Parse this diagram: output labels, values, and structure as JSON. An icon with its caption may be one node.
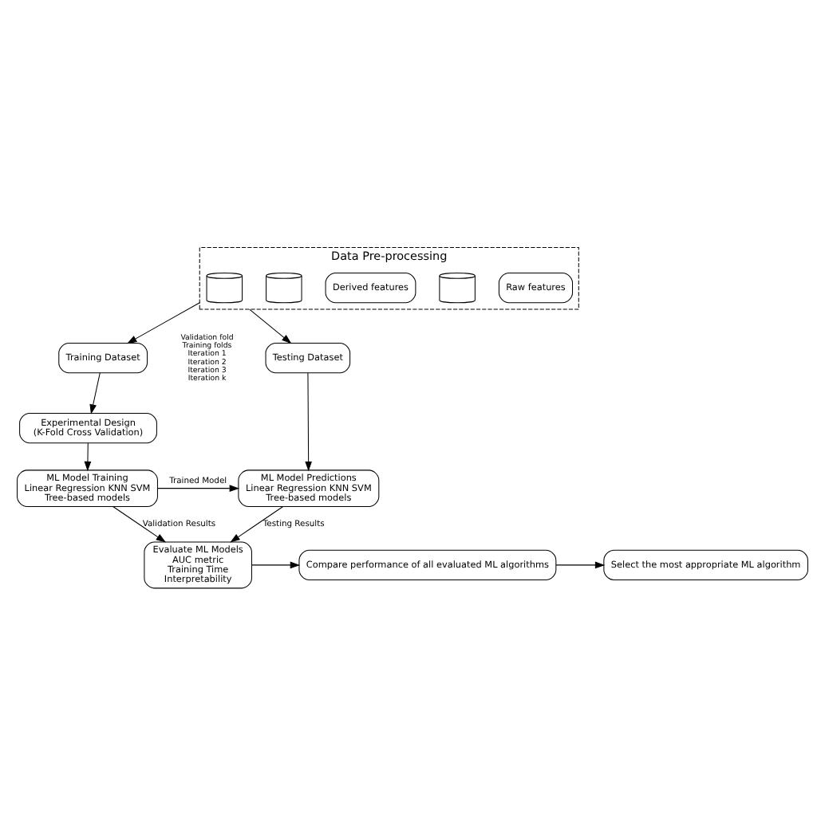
{
  "diagram": {
    "nodes": [
      {
        "text": [
          "Data Pre-processing"
        ]
      },
      {
        "text": [
          "Raw features"
        ],
        "in": 0
      },
      {
        "text": [],
        "shape": "cylinder",
        "in": 0
      },
      {
        "text": [
          "Derived features"
        ],
        "in": 0
      },
      {
        "text": [],
        "shape": "cylinder",
        "in": 0
      },
      {
        "text": [],
        "shape": "cylinder",
        "in": 0
      },
      {
        "text": [
          "Experimental Design",
          "(K-Fold Cross Validation)"
        ]
      },
      {
        "text": [
          "Training Dataset"
        ]
      },
      {
        "text": [
          "Testing Dataset"
        ]
      },
      {
        "text": [
          "ML Model Training",
          "Linear Regression KNN SVM",
          "Tree-based models"
        ]
      },
      {
        "text": [
          "ML Model Predictions",
          "Linear Regression KNN SVM",
          "Tree-based models"
        ]
      },
      {
        "text": [
          "Evaluate ML Models",
          "AUC metric",
          "Training Time",
          "Interpretability"
        ]
      },
      {
        "text": [
          "Compare performance of all evaluated ML algorithms"
        ]
      },
      {
        "text": [
          "Select the most appropriate ML algorithm"
        ]
      }
    ],
    "edges": [
      {
        "from": 0,
        "to": 7,
        "arrow": "to"
      },
      {
        "from": 0,
        "to": 8,
        "arrow": "to"
      },
      {
        "from": 7,
        "to": 6,
        "arrow": "to"
      },
      {
        "from": 6,
        "to": 9,
        "arrow": "to"
      },
      {
        "from": 8,
        "to": 10,
        "arrow": "to"
      },
      {
        "from": 9,
        "to": 10,
        "arrow": "to",
        "label": "Trained Model"
      },
      {
        "from": 10,
        "to": 11,
        "arrow": "to",
        "label": "Testing Results"
      },
      {
        "from": 9,
        "to": 11,
        "arrow": "to",
        "label": "Validation Results"
      },
      {
        "from": 11,
        "to": 12,
        "arrow": "to"
      },
      {
        "from": 12,
        "to": 13,
        "arrow": "to"
      }
    ],
    "labels": [
      "Validation fold",
      "Training folds",
      "Iteration 1",
      "Iteration 2",
      "Iteration 3",
      "Iteration k"
    ]
  }
}
